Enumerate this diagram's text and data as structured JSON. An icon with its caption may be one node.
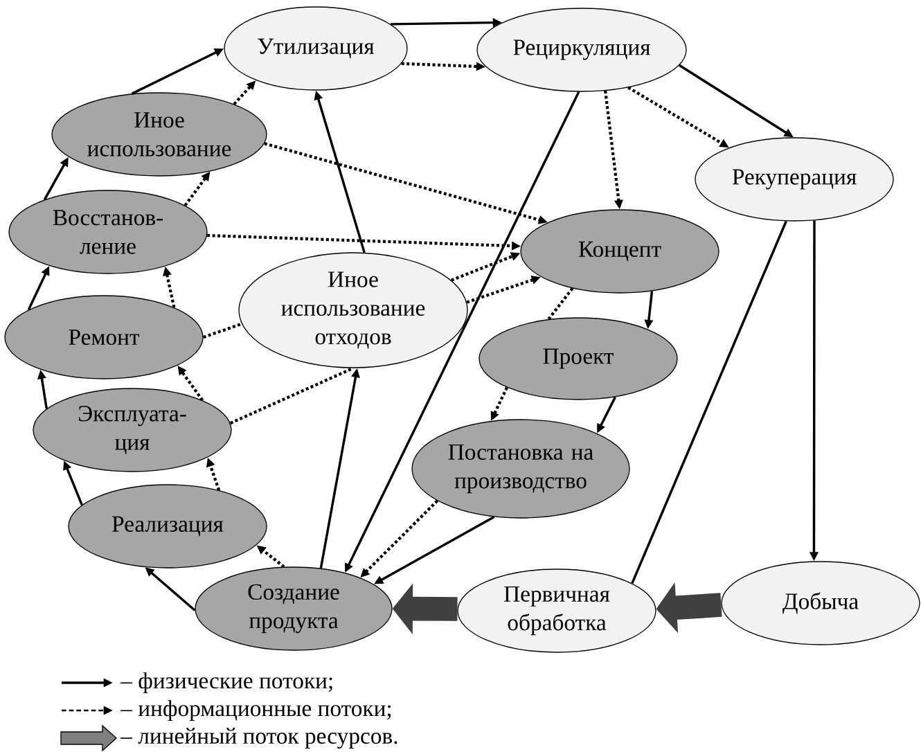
{
  "diagram": {
    "nodes": [
      {
        "text": [
          "Утилизация"
        ]
      },
      {
        "text": [
          "Рециркуляция"
        ]
      },
      {
        "text": [
          "Иное использование"
        ]
      },
      {
        "text": [
          "Рекуперация"
        ]
      },
      {
        "text": [
          "Восстанов- ление"
        ]
      },
      {
        "text": [
          "Концепт"
        ]
      },
      {
        "text": [
          "Иное использование отходов"
        ]
      },
      {
        "text": [
          "Ремонт"
        ]
      },
      {
        "text": [
          "Проект"
        ]
      },
      {
        "text": [
          "Эксплуата- ция"
        ]
      },
      {
        "text": [
          "Постановка на производство"
        ]
      },
      {
        "text": [
          "Реализация"
        ]
      },
      {
        "text": [
          "Создание продукта"
        ]
      },
      {
        "text": [
          "Первичная обработка"
        ]
      },
      {
        "text": [
          "Добыча"
        ]
      }
    ],
    "edges": [
      {
        "from": 0,
        "to": 1,
        "arrow": "to"
      },
      {
        "from": 0,
        "to": 1,
        "arrow": "to",
        "style": "dashed"
      },
      {
        "from": 2,
        "to": 0,
        "arrow": "to"
      },
      {
        "from": 2,
        "to": 0,
        "arrow": "to",
        "style": "dashed"
      },
      {
        "from": 6,
        "to": 0,
        "arrow": "to"
      },
      {
        "from": 1,
        "to": 3,
        "arrow": "to"
      },
      {
        "from": 1,
        "to": 3,
        "arrow": "to",
        "style": "dashed"
      },
      {
        "from": 1,
        "to": 5,
        "arrow": "to",
        "style": "dashed"
      },
      {
        "from": 1,
        "to": 12,
        "arrow": "to"
      },
      {
        "from": 2,
        "to": 5,
        "arrow": "to",
        "style": "dashed"
      },
      {
        "from": 4,
        "to": 2,
        "arrow": "to"
      },
      {
        "from": 4,
        "to": 2,
        "arrow": "to",
        "style": "dashed"
      },
      {
        "from": 4,
        "to": 5,
        "arrow": "to",
        "style": "dashed"
      },
      {
        "from": 7,
        "to": 4,
        "arrow": "to"
      },
      {
        "from": 7,
        "to": 4,
        "arrow": "to",
        "style": "dashed"
      },
      {
        "from": 7,
        "to": 6,
        "arrow": "none",
        "style": "dashed"
      },
      {
        "from": 6,
        "to": 5,
        "arrow": "to",
        "style": "dashed"
      },
      {
        "from": 6,
        "to": 5,
        "arrow": "to",
        "style": "dashed"
      },
      {
        "from": 5,
        "to": 8,
        "arrow": "to"
      },
      {
        "from": 5,
        "to": 8,
        "arrow": "none",
        "style": "dashed"
      },
      {
        "from": 9,
        "to": 7,
        "arrow": "to"
      },
      {
        "from": 9,
        "to": 7,
        "arrow": "to",
        "style": "dashed"
      },
      {
        "from": 9,
        "to": 6,
        "arrow": "none",
        "style": "dashed"
      },
      {
        "from": 12,
        "to": 6,
        "arrow": "to"
      },
      {
        "from": 11,
        "to": 9,
        "arrow": "to"
      },
      {
        "from": 11,
        "to": 9,
        "arrow": "to",
        "style": "dashed"
      },
      {
        "from": 12,
        "to": 11,
        "arrow": "to"
      },
      {
        "from": 12,
        "to": 11,
        "arrow": "to",
        "style": "dashed"
      },
      {
        "from": 8,
        "to": 10,
        "arrow": "to",
        "style": "dashed"
      },
      {
        "from": 8,
        "to": 10,
        "arrow": "to"
      },
      {
        "from": 10,
        "to": 12,
        "arrow": "to",
        "style": "dashed"
      },
      {
        "from": 10,
        "to": 12,
        "arrow": "to"
      },
      {
        "from": 3,
        "to": 14,
        "arrow": "to"
      },
      {
        "from": 13,
        "to": 3,
        "arrow": "none"
      },
      {
        "from": 14,
        "to": 13,
        "arrow": "to",
        "style": "thick",
        "color": "#404040"
      },
      {
        "from": 13,
        "to": 12,
        "arrow": "to",
        "style": "thick",
        "color": "#404040"
      }
    ],
    "legend": [
      {
        "text": "– физические потоки;"
      },
      {
        "text": "– информационные потоки;"
      },
      {
        "text": "– линейный поток ресурсов."
      }
    ]
  }
}
